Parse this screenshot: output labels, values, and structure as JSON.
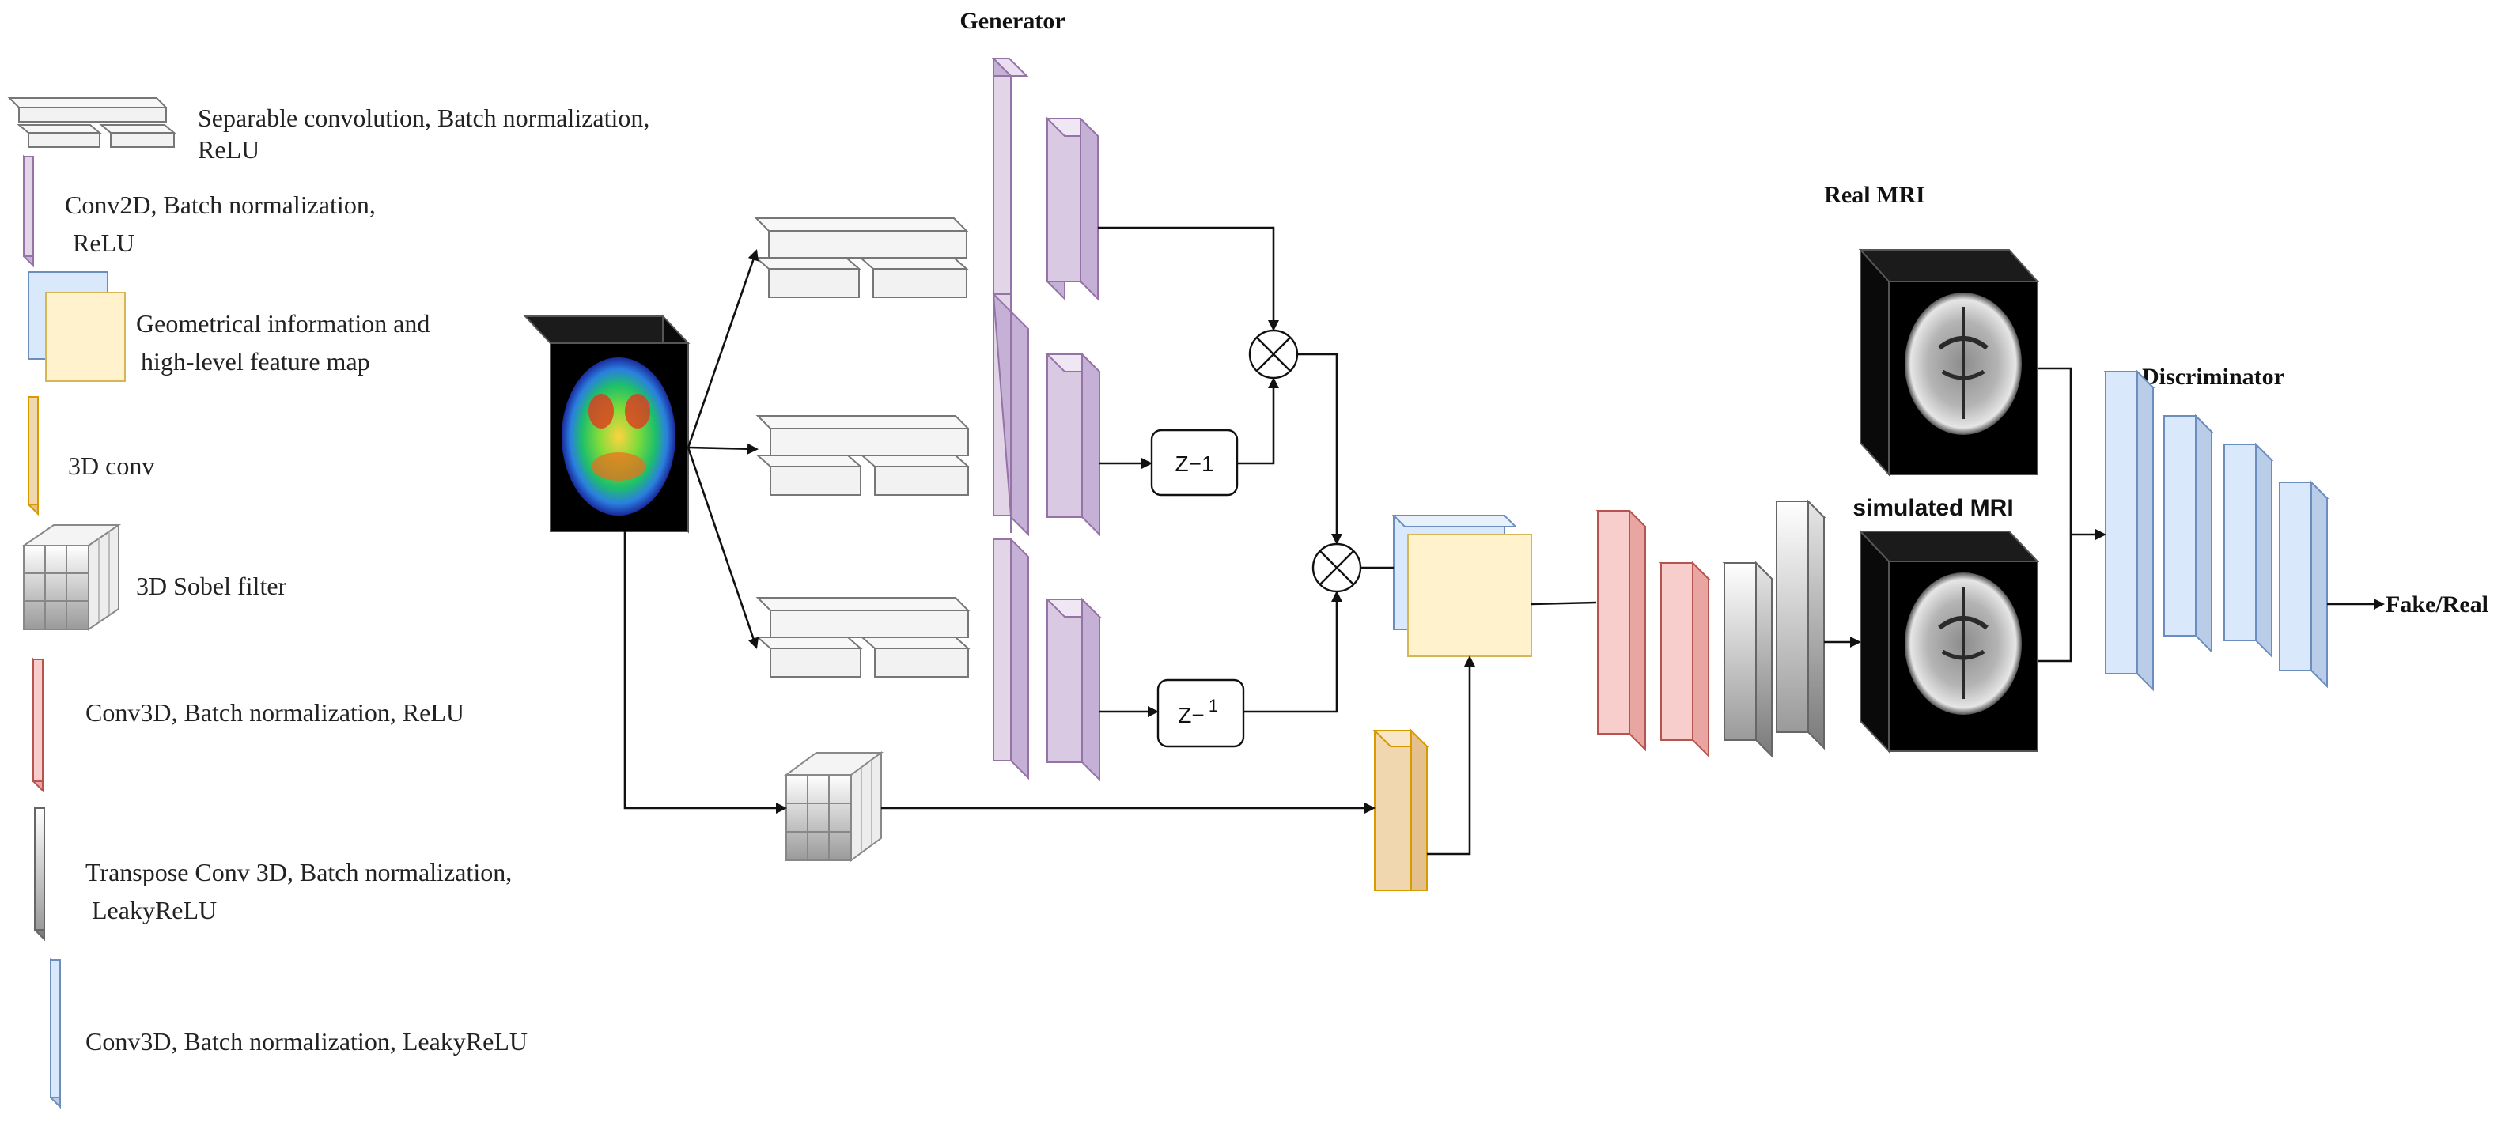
{
  "diagram": {
    "titles": {
      "generator": "Generator",
      "discriminator": "Discriminator",
      "real_mri": "Real MRI",
      "simulated_mri": "simulated  MRI",
      "output": "Fake/Real"
    },
    "operators": {
      "delay_1": "Z−1",
      "delay_2_base": "Z−",
      "delay_2_exp": "1"
    },
    "legend": [
      {
        "id": "separable",
        "lines": [
          "Separable convolution, Batch normalization,",
          "ReLU"
        ]
      },
      {
        "id": "conv2d",
        "lines": [
          "Conv2D, Batch normalization,",
          "ReLU"
        ]
      },
      {
        "id": "geometrical",
        "lines": [
          "Geometrical information and",
          "high-level feature map"
        ]
      },
      {
        "id": "conv3d-plain",
        "lines": [
          "3D conv"
        ]
      },
      {
        "id": "sobel",
        "lines": [
          "3D Sobel filter"
        ]
      },
      {
        "id": "conv3d-relu",
        "lines": [
          "Conv3D, Batch normalization, ReLU"
        ]
      },
      {
        "id": "transpose",
        "lines": [
          "Transpose Conv 3D, Batch normalization,",
          "LeakyReLU"
        ]
      },
      {
        "id": "conv3d-leaky",
        "lines": [
          "Conv3D, Batch normalization, LeakyReLU"
        ]
      }
    ],
    "colors": {
      "purple_face": "#d9c9e3",
      "purple_side": "#c6b1d6",
      "purple_stroke": "#9673a6",
      "yellow_face": "#fff2cc",
      "yellow_stroke": "#d6b656",
      "orange_face": "#f0d7b0",
      "orange_stroke": "#d79b00",
      "red_face": "#f8cecc",
      "red_stroke": "#b85450",
      "blue_face": "#dae8fc",
      "blue_stroke": "#6c8ebf",
      "gray_stroke": "#666666"
    }
  }
}
